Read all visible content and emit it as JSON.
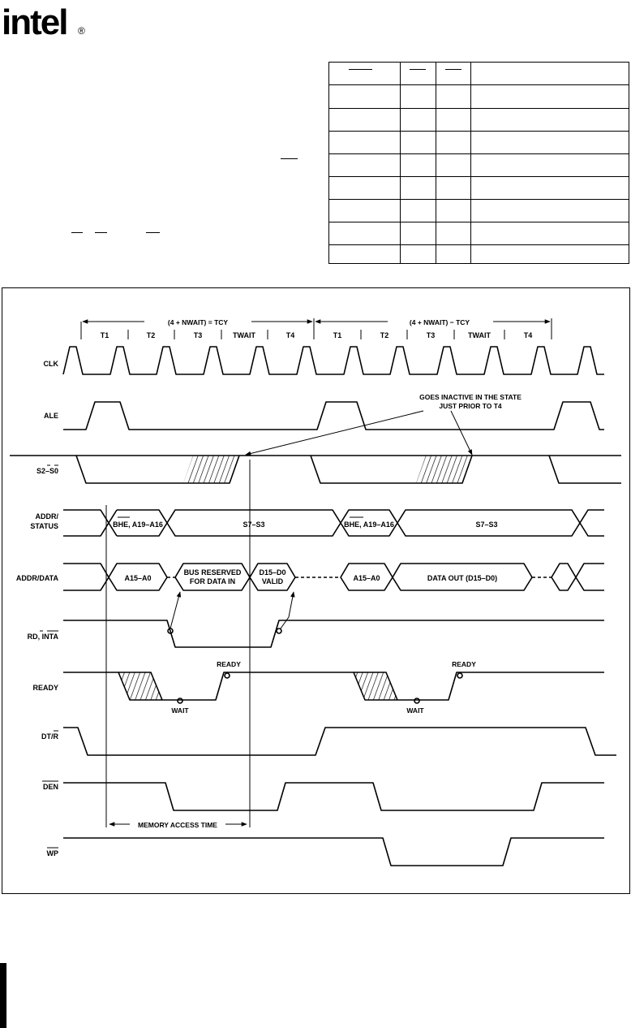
{
  "logo": {
    "text": "intel",
    "mark": "®"
  },
  "period": {
    "left": "(4 + NWAIT) = TCY",
    "right": "(4 + NWAIT) − TCY"
  },
  "t_states": [
    "T1",
    "T2",
    "T3",
    "TWAIT",
    "T4"
  ],
  "signals": {
    "clk": "CLK",
    "ale": "ALE",
    "s2s0": "S2–S0",
    "addr_status_1": "ADDR/",
    "addr_status_2": "STATUS",
    "addr_data": "ADDR/DATA",
    "rd": "RD, INTA",
    "ready": "READY",
    "dtr": "DT/R",
    "den": "DEN",
    "wp": "WP"
  },
  "bus": {
    "bhe": "BHE, A19–A16",
    "s7s3": "S7–S3",
    "a15a0": "A15–A0",
    "reserved_1": "BUS RESERVED",
    "reserved_2": "FOR DATA IN",
    "valid_1": "D15–D0",
    "valid_2": "VALID",
    "data_out": "DATA OUT (D15–D0)"
  },
  "annotations": {
    "goes_inactive_1": "GOES INACTIVE IN THE STATE",
    "goes_inactive_2": "JUST PRIOR TO T4",
    "ready": "READY",
    "wait": "WAIT",
    "memory_access": "MEMORY ACCESS TIME"
  }
}
